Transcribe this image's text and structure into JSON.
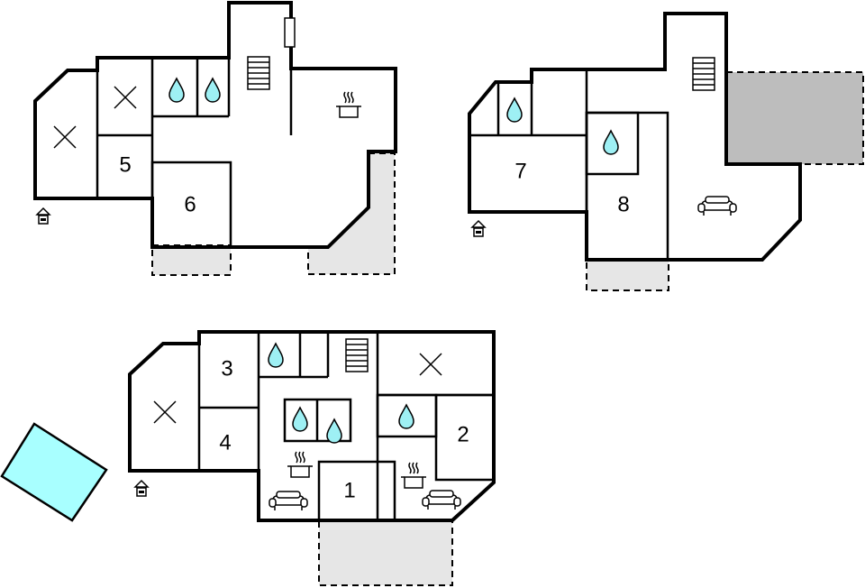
{
  "floorplan": {
    "room_numbers": [
      "1",
      "2",
      "3",
      "4",
      "5",
      "6",
      "7",
      "8"
    ],
    "icons": {
      "bathroom": "water-drop-icon",
      "kitchen": "cooking-pot-icon",
      "living": "sofa-icon",
      "entrance": "entrance-house-icon",
      "stairs": "stairs-icon",
      "open_space": "cross-mark-icon",
      "pool": "swimming-pool"
    },
    "colors": {
      "water_drop": "#9ef0f4",
      "pool": "#a8ffff",
      "terrace": "#e6e6e6",
      "terrace_dark": "#bdbdbd",
      "walls": "#000000"
    }
  }
}
